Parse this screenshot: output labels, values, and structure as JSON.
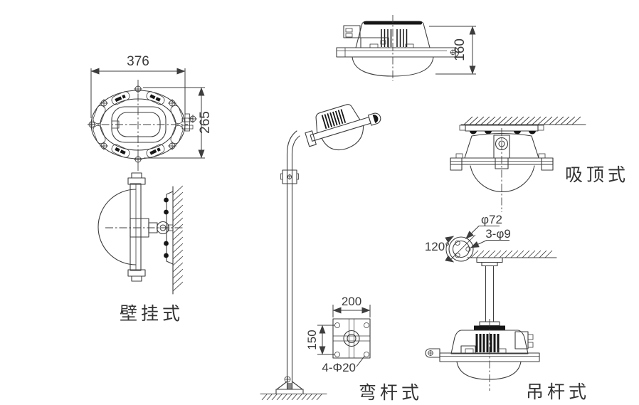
{
  "colors": {
    "line": "#3d3d3d",
    "dark": "#161616",
    "background": "#ffffff"
  },
  "views": {
    "front": {
      "width_dim": "376",
      "height_dim": "265"
    },
    "side": {
      "height_dim": "160"
    },
    "wall": {
      "label": "壁挂式"
    },
    "ceiling": {
      "label": "吸顶式"
    },
    "bent_pole": {
      "label": "弯杆式",
      "base_plate": {
        "width_dim": "200",
        "hole_spacing_dim": "150",
        "holes_dim": "4-Φ20"
      }
    },
    "pendant": {
      "label": "吊杆式",
      "flange": {
        "diameter_dim": "φ72",
        "holes_dim": "3-φ9",
        "angle_dim": "120°"
      }
    }
  }
}
